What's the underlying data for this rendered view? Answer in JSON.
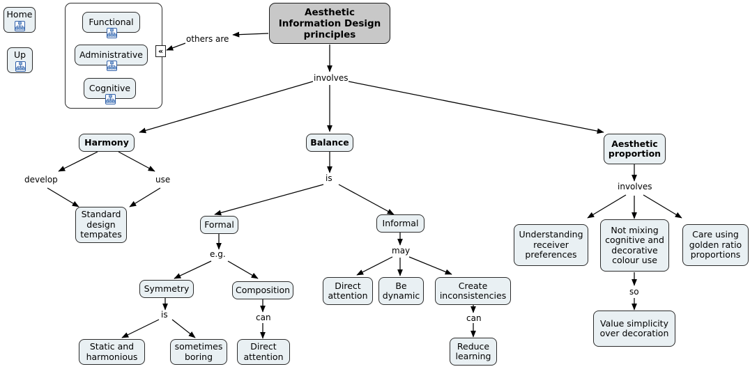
{
  "map": {
    "title": "Aesthetic Information Design principles",
    "colors": {
      "node_fill": "#e9f0f3",
      "node_border": "#2b2b2b",
      "root_fill": "#c8c8c8",
      "edge": "#000000",
      "icon_blue": "#2f5fa8",
      "background": "#ffffff"
    }
  },
  "nav": {
    "home_label": "Home",
    "up_label": "Up"
  },
  "group": {
    "handle_glyph": "«",
    "items": [
      {
        "label": "Functional"
      },
      {
        "label": "Administrative"
      },
      {
        "label": "Cognitive"
      }
    ]
  },
  "nodes": {
    "root": "Aesthetic Information Design principles",
    "harmony": "Harmony",
    "balance": "Balance",
    "aesthetic_proportion": "Aesthetic proportion",
    "standard_design_tempates": "Standard design tempates",
    "formal": "Formal",
    "informal": "Informal",
    "symmetry": "Symmetry",
    "composition": "Composition",
    "static_and_harmonious": "Static and harmonious",
    "sometimes_boring": "sometimes boring",
    "direct_attention_composition": "Direct attention",
    "direct_attention_informal": "Direct attention",
    "be_dynamic": "Be dynamic",
    "create_inconsistencies": "Create inconsistencies",
    "reduce_learning": "Reduce learning",
    "understanding_receiver_preferences": "Understanding receiver preferences",
    "not_mixing_colour": "Not mixing cognitive and decorative colour use",
    "care_golden_ratio": "Care using golden ratio proportions",
    "value_simplicity": "Value simplicity over decoration"
  },
  "links": {
    "others_are": "others are",
    "involves_root": "involves",
    "develop": "develop",
    "use": "use",
    "is_balance": "is",
    "e_g": "e.g.",
    "may": "may",
    "is_symmetry": "is",
    "can_composition": "can",
    "can_inconsistencies": "can",
    "involves_proportion": "involves",
    "so": "so"
  },
  "icons": {
    "concept_map_icon": "concept-map-icon"
  }
}
